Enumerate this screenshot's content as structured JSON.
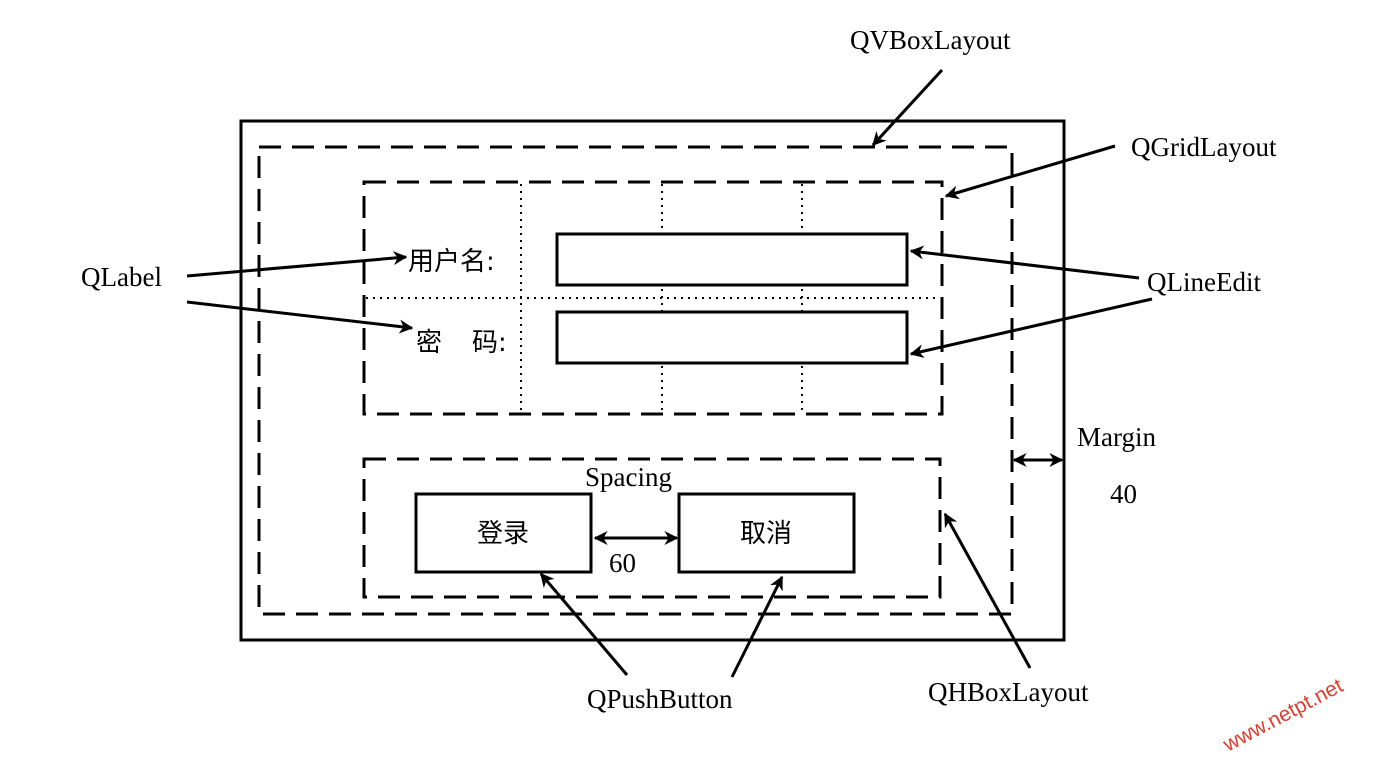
{
  "labels": {
    "vbox": "QVBoxLayout",
    "grid": "QGridLayout",
    "label": "QLabel",
    "lineedit": "QLineEdit",
    "margin": "Margin",
    "margin_value": "40",
    "spacing": "Spacing",
    "spacing_value": "60",
    "pushbutton": "QPushButton",
    "hbox": "QHBoxLayout"
  },
  "form": {
    "username_label": "用户名:",
    "password_label_part1": "密",
    "password_label_part2": "码:"
  },
  "buttons": {
    "login": "登录",
    "cancel": "取消"
  },
  "watermark": "www.netpt.net"
}
